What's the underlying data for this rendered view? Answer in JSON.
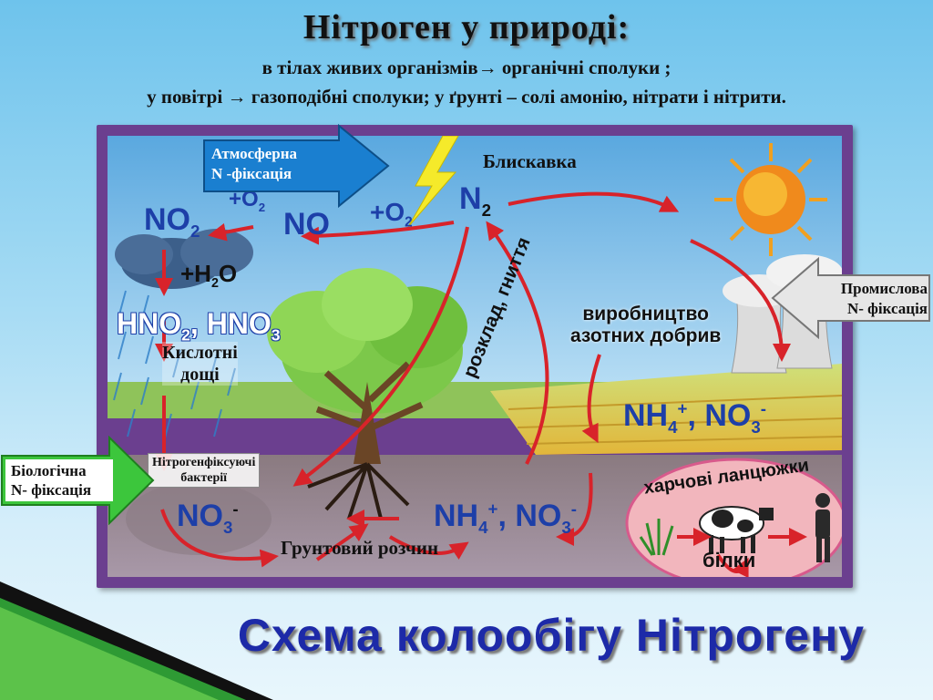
{
  "slide": {
    "title": "Нітроген у  природі:",
    "subtitle_line1": "в тілах живих організмів→ органічні сполуки ;",
    "subtitle_line2": "у повітрі → газоподібні сполуки; у ґрунті – солі амонію, нітрати і нітрити.",
    "bottom_title": "Схема колообігу Нітрогену"
  },
  "callouts": {
    "atmospheric_line1": "Атмосферна",
    "atmospheric_line2": "N -фіксація",
    "industrial_line1": "Промислова",
    "industrial_line2": "N- фіксація",
    "biological_line1": "Біологічна",
    "biological_line2": "N- фіксація"
  },
  "diagram": {
    "lightning": "Блискавка",
    "n2": "N",
    "n2_sub": "2",
    "no": "NO",
    "o2_plus_1": "+O",
    "o2_sub": "2",
    "no2_main": "NO",
    "no2_sub": "2",
    "h2o_plus": "+H",
    "h2o_sub": "2",
    "h2o_end": "O",
    "acids_a": "HNO",
    "acids_sub1": "2",
    "acids_b": ", HNO",
    "acids_sub2": "3",
    "acid_rain_line1": "Кислотні",
    "acid_rain_line2": "дощі",
    "bacteria_line1": "Нітрогенфіксуючі",
    "bacteria_line2": "бактерії",
    "no3_soil": "NO",
    "no3_sub": "3",
    "no3_sup": "-",
    "nh4_soil": "NH",
    "nh4_sub": "4",
    "nh4_sup": "+",
    "soil_no3_tail": ", NO",
    "field_nh4": "NH",
    "field_no3": ", NO",
    "decay": "розклад, гниття",
    "fertilizer_line1": "виробництво",
    "fertilizer_line2": "азотних добрив",
    "food_chains": "харчові ланцюжки",
    "proteins": "білки",
    "soil_solution": "Грунтовий розчин"
  },
  "colors": {
    "frame": "#6b3f8f",
    "arrow_red": "#d8232a",
    "chem_blue": "#1d3fa8",
    "title_blue": "#1d2aa8",
    "atm_arrow": "#1a7fd0",
    "bio_arrow": "#3cc63c",
    "ind_arrow": "#d9d9d9"
  },
  "icons": [
    "sun-icon",
    "lightning-icon",
    "cloud-icon",
    "tree-icon",
    "cow-icon",
    "human-icon",
    "factory-icon"
  ]
}
